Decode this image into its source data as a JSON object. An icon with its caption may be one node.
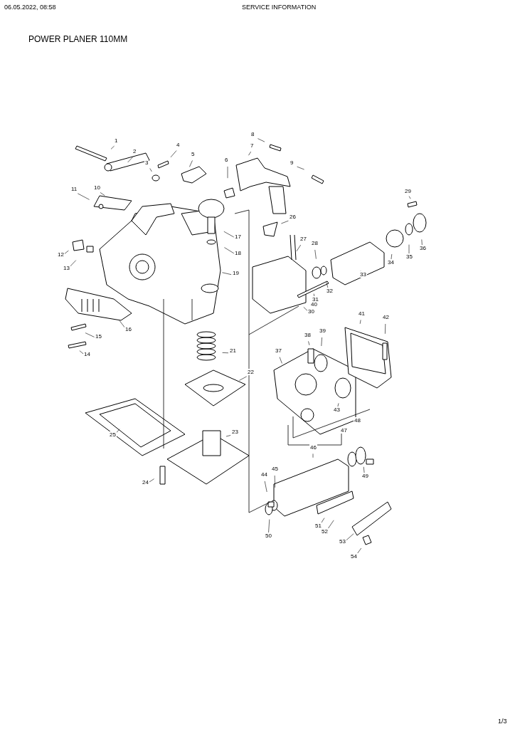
{
  "diagram": {
    "title": "POWER PLANER 110MM",
    "nodes": [
      {
        "text": [
          "1"
        ]
      },
      {
        "text": [
          "2"
        ]
      },
      {
        "text": [
          "3"
        ]
      },
      {
        "text": [
          "4"
        ]
      },
      {
        "text": [
          "5"
        ]
      },
      {
        "text": [
          "6"
        ]
      },
      {
        "text": [
          "7"
        ]
      },
      {
        "text": [
          "8"
        ]
      },
      {
        "text": [
          "9"
        ]
      },
      {
        "text": [
          "10"
        ]
      },
      {
        "text": [
          "11"
        ]
      },
      {
        "text": [
          "12"
        ]
      },
      {
        "text": [
          "13"
        ]
      },
      {
        "text": [
          "14"
        ]
      },
      {
        "text": [
          "15"
        ]
      },
      {
        "text": [
          "16"
        ]
      },
      {
        "text": [
          "17"
        ]
      },
      {
        "text": [
          "18"
        ]
      },
      {
        "text": [
          "19"
        ]
      },
      {
        "text": [
          "21"
        ]
      },
      {
        "text": [
          "22"
        ]
      },
      {
        "text": [
          "23"
        ]
      },
      {
        "text": [
          "24"
        ]
      },
      {
        "text": [
          "25"
        ]
      },
      {
        "text": [
          "26"
        ]
      },
      {
        "text": [
          "27"
        ]
      },
      {
        "text": [
          "28"
        ]
      },
      {
        "text": [
          "29"
        ]
      },
      {
        "text": [
          "30"
        ]
      },
      {
        "text": [
          "31"
        ]
      },
      {
        "text": [
          "32"
        ]
      },
      {
        "text": [
          "33"
        ]
      },
      {
        "text": [
          "34"
        ]
      },
      {
        "text": [
          "35"
        ]
      },
      {
        "text": [
          "36"
        ]
      },
      {
        "text": [
          "37"
        ]
      },
      {
        "text": [
          "38"
        ]
      },
      {
        "text": [
          "39"
        ]
      },
      {
        "text": [
          "40"
        ]
      },
      {
        "text": [
          "41"
        ]
      },
      {
        "text": [
          "42"
        ]
      },
      {
        "text": [
          "43"
        ]
      },
      {
        "text": [
          "44"
        ]
      },
      {
        "text": [
          "45"
        ]
      },
      {
        "text": [
          "46"
        ]
      },
      {
        "text": [
          "47"
        ]
      },
      {
        "text": [
          "48"
        ]
      },
      {
        "text": [
          "49"
        ]
      },
      {
        "text": [
          "50"
        ]
      },
      {
        "text": [
          "51"
        ]
      },
      {
        "text": [
          "52"
        ]
      },
      {
        "text": [
          "53"
        ]
      },
      {
        "text": [
          "54"
        ]
      }
    ],
    "edges": [
      {
        "from": 0,
        "to": null,
        "arrow": "none"
      },
      {
        "from": 1,
        "to": null,
        "arrow": "none"
      },
      {
        "from": 2,
        "to": null,
        "arrow": "none"
      },
      {
        "from": 3,
        "to": null,
        "arrow": "none"
      },
      {
        "from": 4,
        "to": null,
        "arrow": "none"
      },
      {
        "from": 5,
        "to": null,
        "arrow": "none"
      },
      {
        "from": 6,
        "to": null,
        "arrow": "none"
      },
      {
        "from": 7,
        "to": null,
        "arrow": "none"
      },
      {
        "from": 8,
        "to": null,
        "arrow": "none"
      },
      {
        "from": 9,
        "to": null,
        "arrow": "none"
      },
      {
        "from": 10,
        "to": null,
        "arrow": "none"
      },
      {
        "from": 11,
        "to": null,
        "arrow": "none"
      },
      {
        "from": 12,
        "to": null,
        "arrow": "none"
      },
      {
        "from": 13,
        "to": null,
        "arrow": "none"
      },
      {
        "from": 14,
        "to": null,
        "arrow": "none"
      },
      {
        "from": 15,
        "to": null,
        "arrow": "none"
      },
      {
        "from": 16,
        "to": null,
        "arrow": "none"
      },
      {
        "from": 17,
        "to": null,
        "arrow": "none"
      },
      {
        "from": 18,
        "to": null,
        "arrow": "none"
      },
      {
        "from": 19,
        "to": null,
        "arrow": "none"
      },
      {
        "from": 20,
        "to": null,
        "arrow": "none"
      },
      {
        "from": 21,
        "to": null,
        "arrow": "none"
      },
      {
        "from": 22,
        "to": null,
        "arrow": "none"
      },
      {
        "from": 23,
        "to": null,
        "arrow": "none"
      },
      {
        "from": 24,
        "to": null,
        "arrow": "none"
      },
      {
        "from": 25,
        "to": null,
        "arrow": "none"
      },
      {
        "from": 26,
        "to": null,
        "arrow": "none"
      },
      {
        "from": 27,
        "to": null,
        "arrow": "none"
      },
      {
        "from": 28,
        "to": null,
        "arrow": "none"
      },
      {
        "from": 29,
        "to": null,
        "arrow": "none"
      },
      {
        "from": 30,
        "to": null,
        "arrow": "none"
      },
      {
        "from": 31,
        "to": null,
        "arrow": "none"
      },
      {
        "from": 32,
        "to": null,
        "arrow": "none"
      },
      {
        "from": 33,
        "to": null,
        "arrow": "none"
      },
      {
        "from": 34,
        "to": null,
        "arrow": "none"
      },
      {
        "from": 35,
        "to": null,
        "arrow": "none"
      },
      {
        "from": 36,
        "to": null,
        "arrow": "none"
      },
      {
        "from": 37,
        "to": null,
        "arrow": "none"
      },
      {
        "from": 39,
        "to": null,
        "arrow": "none"
      },
      {
        "from": 40,
        "to": null,
        "arrow": "none"
      },
      {
        "from": 41,
        "to": null,
        "arrow": "none"
      },
      {
        "from": 42,
        "to": null,
        "arrow": "none"
      },
      {
        "from": 43,
        "to": null,
        "arrow": "none"
      },
      {
        "from": 44,
        "to": null,
        "arrow": "none"
      },
      {
        "from": 47,
        "to": null,
        "arrow": "none"
      },
      {
        "from": 48,
        "to": null,
        "arrow": "none"
      },
      {
        "from": 49,
        "to": null,
        "arrow": "none"
      },
      {
        "from": 50,
        "to": null,
        "arrow": "none"
      },
      {
        "from": 51,
        "to": null,
        "arrow": "none"
      },
      {
        "from": 52,
        "to": null,
        "arrow": "none"
      }
    ],
    "labels": [
      "06.05.2022, 08:58",
      "SERVICE INFORMATION",
      "1/3"
    ]
  }
}
